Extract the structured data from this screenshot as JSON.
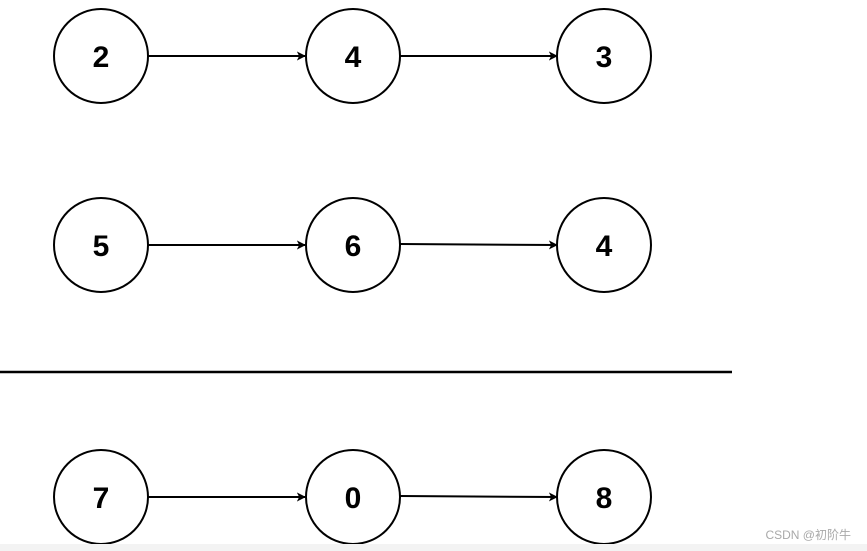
{
  "diagram": {
    "lists": [
      {
        "nodes": [
          "2",
          "4",
          "3"
        ]
      },
      {
        "nodes": [
          "5",
          "6",
          "4"
        ]
      },
      {
        "nodes": [
          "7",
          "0",
          "8"
        ]
      }
    ],
    "colors": {
      "stroke": "#000000",
      "node_fill": "#ffffff",
      "text": "#000000"
    }
  },
  "watermark": "CSDN @初阶牛"
}
